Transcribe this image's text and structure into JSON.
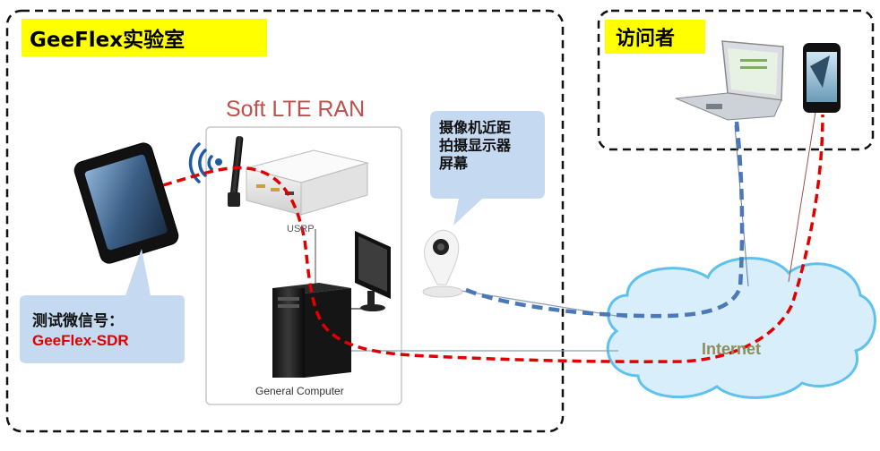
{
  "lab": {
    "title": "GeeFlex实验室"
  },
  "visitor": {
    "title": "访问者"
  },
  "ran": {
    "title": "Soft LTE RAN",
    "usrp_label": "USRP",
    "computer_label": "General Computer"
  },
  "camera": {
    "bubble_lines": [
      "摄像机近距",
      "拍摄显示器",
      "屏幕"
    ]
  },
  "wechat": {
    "line1": "测试微信号：",
    "line2": "GeeFlex-SDR"
  },
  "internet": {
    "label": "Internet"
  },
  "colors": {
    "title_bg": "#ffff00",
    "lte_path": "#e00000",
    "camera_path": "#4a78b8",
    "bubble": "#c5d9f1",
    "cloud_fill": "#d8eefa",
    "cloud_stroke": "#5ec2ee"
  }
}
